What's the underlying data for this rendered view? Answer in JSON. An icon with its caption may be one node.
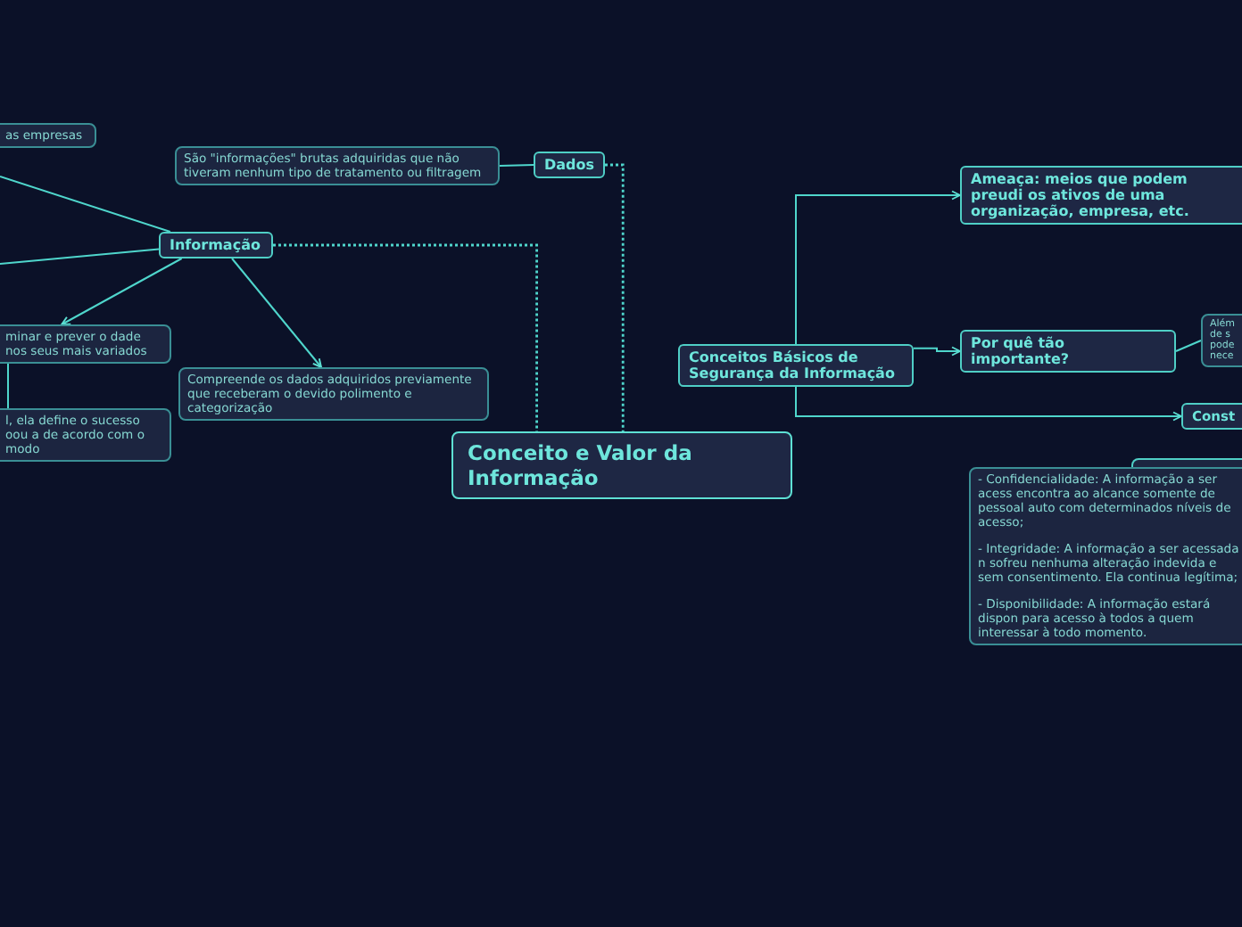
{
  "diagram": {
    "nodes": [
      {
        "text": [
          "Conceito e Valor da Informação"
        ]
      },
      {
        "text": [
          "Dados"
        ]
      },
      {
        "text": [
          "São \"informações\" brutas adquiridas que não tiveram nenhum tipo de tratamento ou filtragem"
        ]
      },
      {
        "text": [
          "Informação"
        ]
      },
      {
        "text": [
          "minar e prever o dade nos seus mais variados"
        ]
      },
      {
        "text": [
          "l, ela define o sucesso oou a de acordo com o modo"
        ]
      },
      {
        "text": [
          "Compreende os dados adquiridos previamente que receberam o devido polimento e categorização"
        ]
      },
      {
        "text": [
          "Conceitos Básicos de Segurança da Informação"
        ]
      },
      {
        "text": [
          "Ameaça: meios que podem preudi os ativos de uma organização, empresa, etc."
        ]
      },
      {
        "text": [
          "Por quê tão importante?"
        ]
      },
      {
        "text": [
          "Além de s pode nece"
        ]
      },
      {
        "text": [
          "Const"
        ]
      },
      {
        "text": [],
        "shape": "box"
      },
      {
        "text": [
          "- Confidencialidade: A informação a ser acess encontra ao alcance somente de pessoal auto com determinados níveis de acesso;",
          "- Integridade: A informação a ser acessada n sofreu nenhuma alteração indevida e sem consentimento. Ela continua legítima;",
          "- Disponibilidade: A informação estará dispon para acesso à todos a quem interessar à todo momento."
        ]
      },
      {
        "text": [
          "as empresas"
        ]
      }
    ],
    "edges": [
      {
        "from": 1,
        "to": 0,
        "arrow": "none",
        "style": "dashed"
      },
      {
        "from": 3,
        "to": 0,
        "arrow": "none",
        "style": "dashed"
      },
      {
        "from": 1,
        "to": 2,
        "arrow": "none"
      },
      {
        "from": 3,
        "to": null,
        "arrow": "none"
      },
      {
        "from": 3,
        "to": null,
        "arrow": "none"
      },
      {
        "from": 3,
        "to": 4,
        "arrow": "to"
      },
      {
        "from": 3,
        "to": 6,
        "arrow": "to"
      },
      {
        "from": 4,
        "to": 5,
        "arrow": "none"
      },
      {
        "from": 7,
        "to": 8,
        "arrow": "to"
      },
      {
        "from": 7,
        "to": 9,
        "arrow": "to"
      },
      {
        "from": 7,
        "to": 11,
        "arrow": "to"
      },
      {
        "from": 9,
        "to": 10,
        "arrow": "none"
      }
    ]
  }
}
